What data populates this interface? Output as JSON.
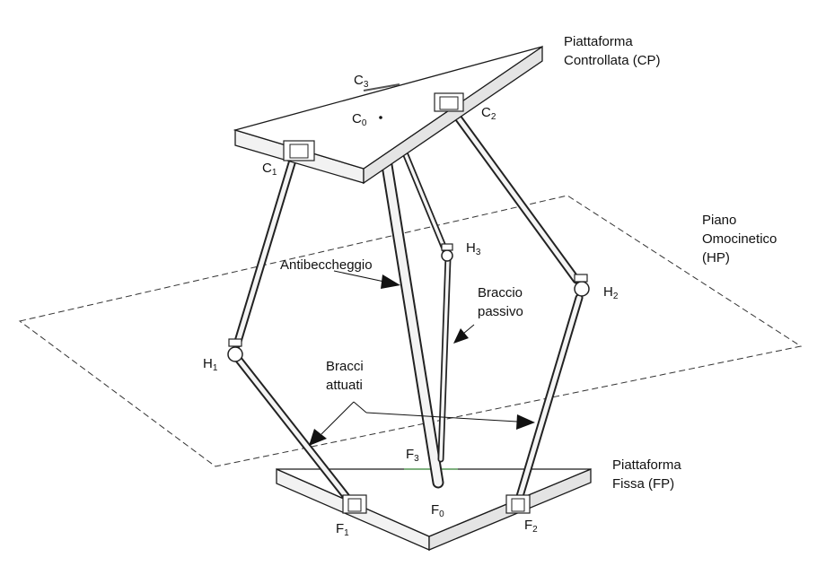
{
  "labels": {
    "cp_line1": "Piattaforma",
    "cp_line2": "Controllata (CP)",
    "hp_line1": "Piano",
    "hp_line2": "Omocinetico",
    "hp_line3": "(HP)",
    "fp_line1": "Piattaforma",
    "fp_line2": "Fissa (FP)",
    "antibeccheggio": "Antibeccheggio",
    "braccio_line1": "Braccio",
    "braccio_line2": "passivo",
    "bracci_line1": "Bracci",
    "bracci_line2": "attuati"
  },
  "points": {
    "c0": {
      "main": "C",
      "sub": "0"
    },
    "c1": {
      "main": "C",
      "sub": "1"
    },
    "c2": {
      "main": "C",
      "sub": "2"
    },
    "c3": {
      "main": "C",
      "sub": "3"
    },
    "h1": {
      "main": "H",
      "sub": "1"
    },
    "h2": {
      "main": "H",
      "sub": "2"
    },
    "h3": {
      "main": "H",
      "sub": "3"
    },
    "f0": {
      "main": "F",
      "sub": "0"
    },
    "f1": {
      "main": "F",
      "sub": "1"
    },
    "f2": {
      "main": "F",
      "sub": "2"
    },
    "f3": {
      "main": "F",
      "sub": "3"
    }
  }
}
